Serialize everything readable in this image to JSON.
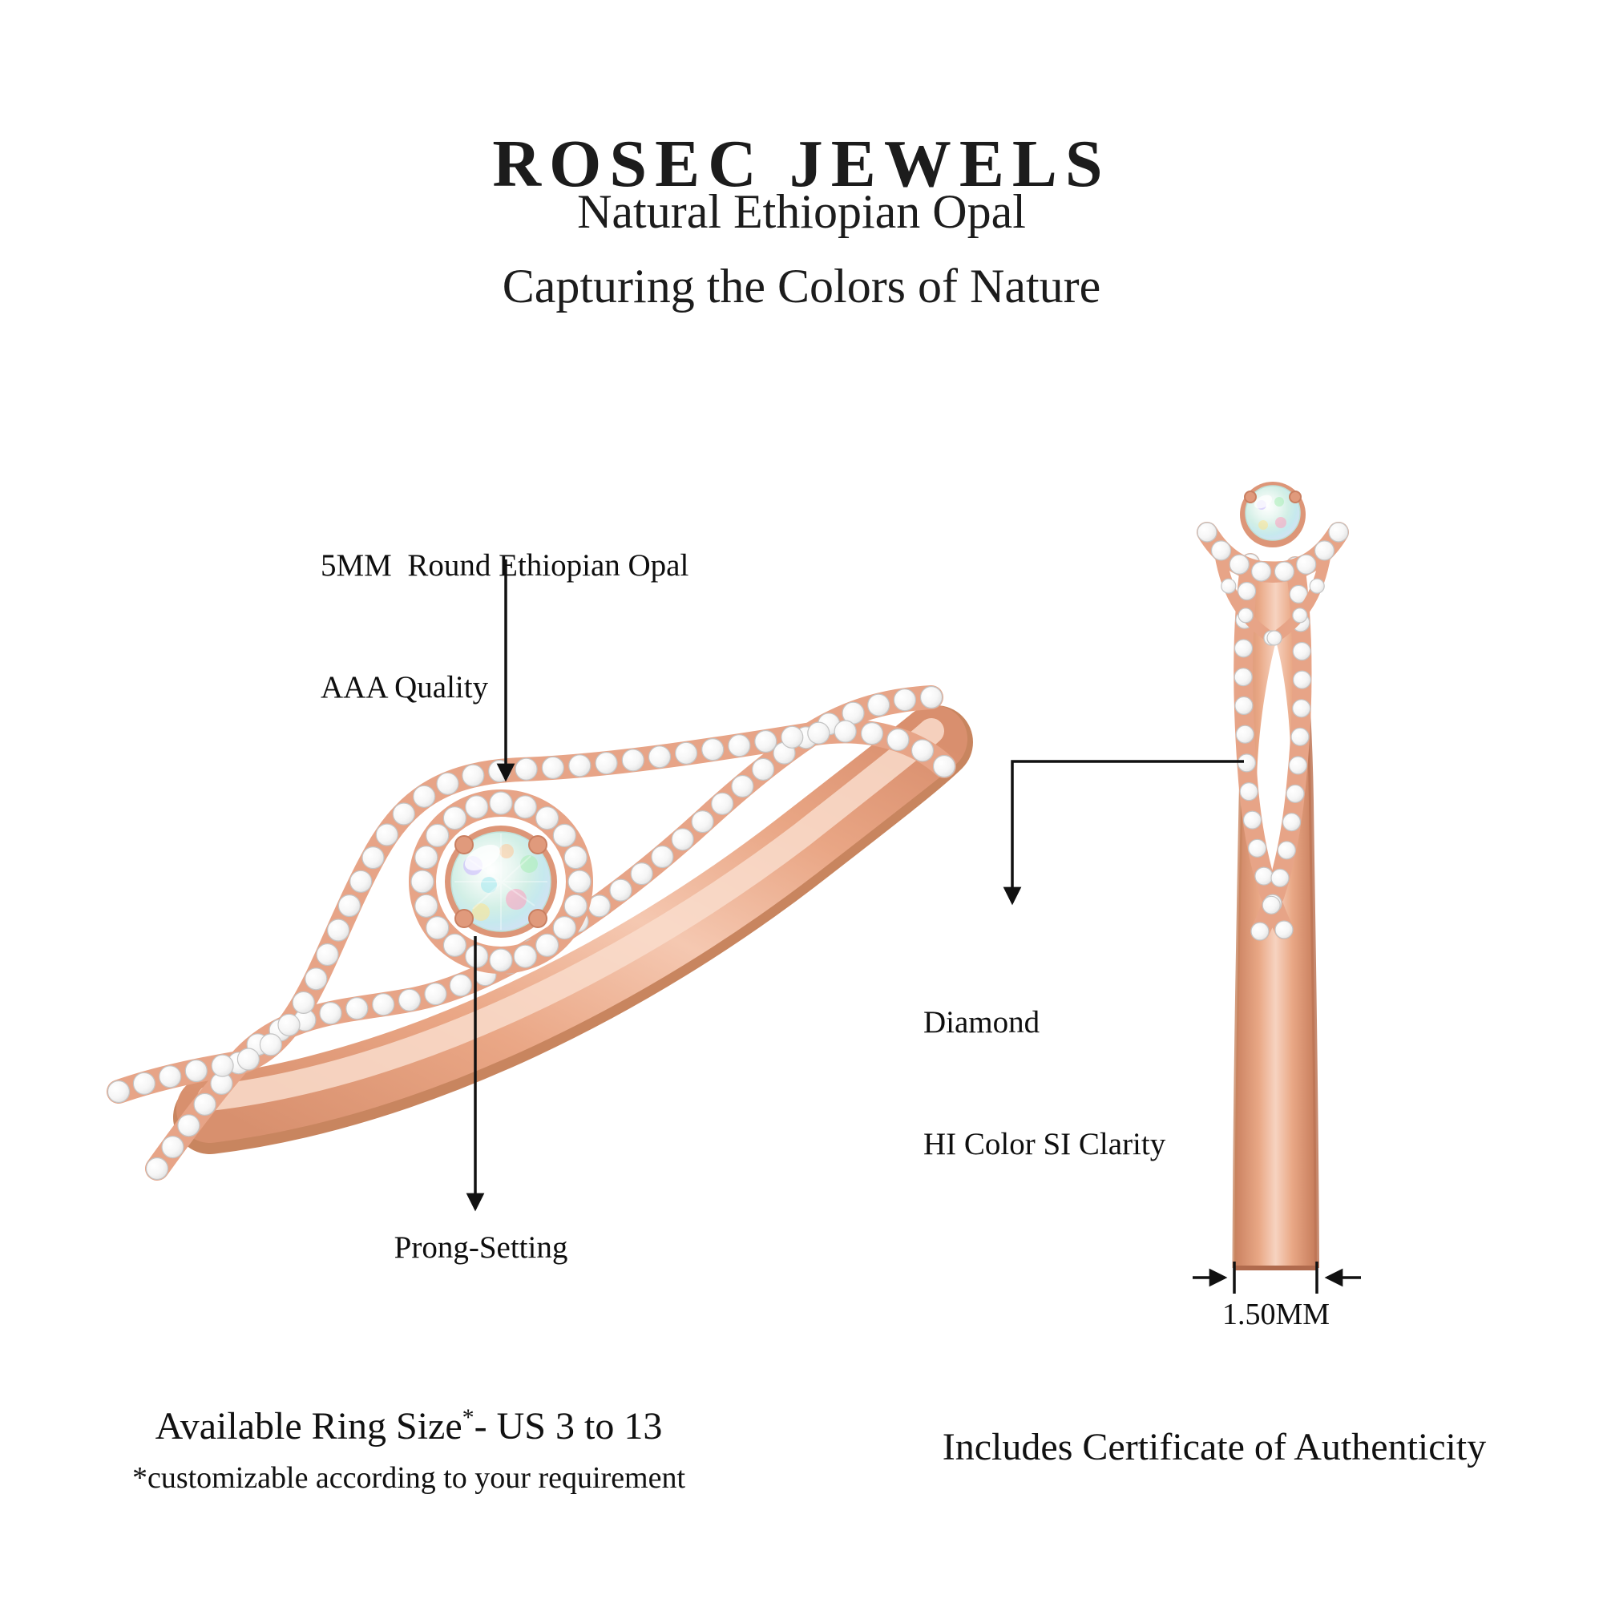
{
  "brand": {
    "title": "ROSEC JEWELS"
  },
  "subtitle": {
    "line1": "Natural Ethiopian Opal",
    "line2": "Capturing the Colors of Nature"
  },
  "annotations": {
    "stone": {
      "line1": "5MM  Round Ethiopian Opal",
      "line2": "AAA Quality"
    },
    "prong": {
      "label": "Prong-Setting"
    },
    "diamond": {
      "line1": "Diamond",
      "line2": "HI Color SI Clarity"
    },
    "band_width": {
      "label": "1.50MM"
    }
  },
  "footer": {
    "size_label": "Available Ring Size",
    "size_sup": "*",
    "size_range": "- US 3 to 13",
    "customizable": "*customizable according to your requirement",
    "certificate": "Includes Certificate of Authenticity"
  },
  "materials": {
    "metal": "rose gold",
    "center_stone": "Ethiopian Opal",
    "accent_stones": "Diamond"
  },
  "colors": {
    "background": "#ffffff",
    "text": "#111111",
    "rose_gold": "#e8a285",
    "rose_gold_dark": "#c8855f",
    "rose_gold_light": "#f8d7c5",
    "diamond": "#f4f4f4",
    "opal": "#d2efe6"
  }
}
